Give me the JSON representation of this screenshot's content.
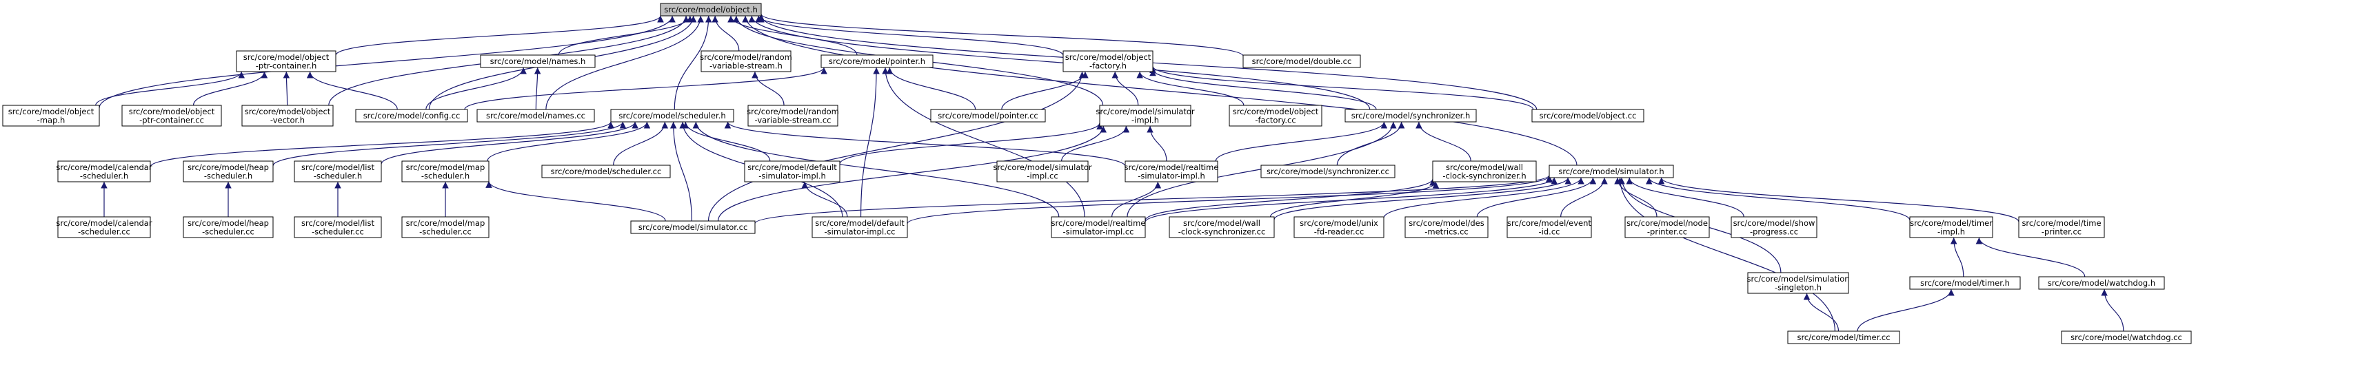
{
  "graph": {
    "focus_node": "object-h",
    "edge_color": "#191970",
    "nodes": [
      {
        "id": "object-h",
        "label": [
          "src/core/model/object.h"
        ]
      },
      {
        "id": "object-ptr-container-h",
        "label": [
          "src/core/model/object",
          "-ptr-container.h"
        ]
      },
      {
        "id": "names-h",
        "label": [
          "src/core/model/names.h"
        ]
      },
      {
        "id": "random-variable-stream-h",
        "label": [
          "src/core/model/random",
          "-variable-stream.h"
        ]
      },
      {
        "id": "pointer-h",
        "label": [
          "src/core/model/pointer.h"
        ]
      },
      {
        "id": "object-factory-h",
        "label": [
          "src/core/model/object",
          "-factory.h"
        ]
      },
      {
        "id": "double-cc",
        "label": [
          "src/core/model/double.cc"
        ]
      },
      {
        "id": "object-map-h",
        "label": [
          "src/core/model/object",
          "-map.h"
        ]
      },
      {
        "id": "object-ptr-container-cc",
        "label": [
          "src/core/model/object",
          "-ptr-container.cc"
        ]
      },
      {
        "id": "object-vector-h",
        "label": [
          "src/core/model/object",
          "-vector.h"
        ]
      },
      {
        "id": "config-cc",
        "label": [
          "src/core/model/config.cc"
        ]
      },
      {
        "id": "names-cc",
        "label": [
          "src/core/model/names.cc"
        ]
      },
      {
        "id": "scheduler-h",
        "label": [
          "src/core/model/scheduler.h"
        ]
      },
      {
        "id": "random-variable-stream-cc",
        "label": [
          "src/core/model/random",
          "-variable-stream.cc"
        ]
      },
      {
        "id": "pointer-cc",
        "label": [
          "src/core/model/pointer.cc"
        ]
      },
      {
        "id": "simulator-impl-h",
        "label": [
          "src/core/model/simulator",
          "-impl.h"
        ]
      },
      {
        "id": "object-factory-cc",
        "label": [
          "src/core/model/object",
          "-factory.cc"
        ]
      },
      {
        "id": "synchronizer-h",
        "label": [
          "src/core/model/synchronizer.h"
        ]
      },
      {
        "id": "object-cc",
        "label": [
          "src/core/model/object.cc"
        ]
      },
      {
        "id": "calendar-scheduler-h",
        "label": [
          "src/core/model/calendar",
          "-scheduler.h"
        ]
      },
      {
        "id": "heap-scheduler-h",
        "label": [
          "src/core/model/heap",
          "-scheduler.h"
        ]
      },
      {
        "id": "list-scheduler-h",
        "label": [
          "src/core/model/list",
          "-scheduler.h"
        ]
      },
      {
        "id": "map-scheduler-h",
        "label": [
          "src/core/model/map",
          "-scheduler.h"
        ]
      },
      {
        "id": "scheduler-cc",
        "label": [
          "src/core/model/scheduler.cc"
        ]
      },
      {
        "id": "default-simulator-impl-h",
        "label": [
          "src/core/model/default",
          "-simulator-impl.h"
        ]
      },
      {
        "id": "simulator-impl-cc",
        "label": [
          "src/core/model/simulator",
          "-impl.cc"
        ]
      },
      {
        "id": "realtime-simulator-impl-h",
        "label": [
          "src/core/model/realtime",
          "-simulator-impl.h"
        ]
      },
      {
        "id": "synchronizer-cc",
        "label": [
          "src/core/model/synchronizer.cc"
        ]
      },
      {
        "id": "wall-clock-synchronizer-h",
        "label": [
          "src/core/model/wall",
          "-clock-synchronizer.h"
        ]
      },
      {
        "id": "simulator-h",
        "label": [
          "src/core/model/simulator.h"
        ]
      },
      {
        "id": "calendar-scheduler-cc",
        "label": [
          "src/core/model/calendar",
          "-scheduler.cc"
        ]
      },
      {
        "id": "heap-scheduler-cc",
        "label": [
          "src/core/model/heap",
          "-scheduler.cc"
        ]
      },
      {
        "id": "list-scheduler-cc",
        "label": [
          "src/core/model/list",
          "-scheduler.cc"
        ]
      },
      {
        "id": "map-scheduler-cc",
        "label": [
          "src/core/model/map",
          "-scheduler.cc"
        ]
      },
      {
        "id": "simulator-cc",
        "label": [
          "src/core/model/simulator.cc"
        ]
      },
      {
        "id": "default-simulator-impl-cc",
        "label": [
          "src/core/model/default",
          "-simulator-impl.cc"
        ]
      },
      {
        "id": "realtime-simulator-impl-cc",
        "label": [
          "src/core/model/realtime",
          "-simulator-impl.cc"
        ]
      },
      {
        "id": "wall-clock-synchronizer-cc",
        "label": [
          "src/core/model/wall",
          "-clock-synchronizer.cc"
        ]
      },
      {
        "id": "unix-fd-reader-cc",
        "label": [
          "src/core/model/unix",
          "-fd-reader.cc"
        ]
      },
      {
        "id": "des-metrics-cc",
        "label": [
          "src/core/model/des",
          "-metrics.cc"
        ]
      },
      {
        "id": "event-id-cc",
        "label": [
          "src/core/model/event",
          "-id.cc"
        ]
      },
      {
        "id": "node-printer-cc",
        "label": [
          "src/core/model/node",
          "-printer.cc"
        ]
      },
      {
        "id": "show-progress-cc",
        "label": [
          "src/core/model/show",
          "-progress.cc"
        ]
      },
      {
        "id": "timer-impl-h",
        "label": [
          "src/core/model/timer",
          "-impl.h"
        ]
      },
      {
        "id": "time-printer-cc",
        "label": [
          "src/core/model/time",
          "-printer.cc"
        ]
      },
      {
        "id": "simulation-singleton-h",
        "label": [
          "src/core/model/simulation",
          "-singleton.h"
        ]
      },
      {
        "id": "timer-h",
        "label": [
          "src/core/model/timer.h"
        ]
      },
      {
        "id": "watchdog-h",
        "label": [
          "src/core/model/watchdog.h"
        ]
      },
      {
        "id": "timer-cc",
        "label": [
          "src/core/model/timer.cc"
        ]
      },
      {
        "id": "watchdog-cc",
        "label": [
          "src/core/model/watchdog.cc"
        ]
      }
    ],
    "edges": [
      [
        "object-h",
        "object-ptr-container-h"
      ],
      [
        "object-h",
        "names-h"
      ],
      [
        "object-h",
        "random-variable-stream-h"
      ],
      [
        "object-h",
        "pointer-h"
      ],
      [
        "object-h",
        "object-factory-h"
      ],
      [
        "object-h",
        "double-cc"
      ],
      [
        "object-h",
        "object-map-h"
      ],
      [
        "object-h",
        "object-vector-h"
      ],
      [
        "object-h",
        "config-cc"
      ],
      [
        "object-h",
        "names-cc"
      ],
      [
        "object-h",
        "scheduler-h"
      ],
      [
        "object-h",
        "simulator-impl-h"
      ],
      [
        "object-h",
        "synchronizer-h"
      ],
      [
        "object-h",
        "object-cc"
      ],
      [
        "object-h",
        "simulator-h"
      ],
      [
        "object-ptr-container-h",
        "object-map-h"
      ],
      [
        "object-ptr-container-h",
        "object-ptr-container-cc"
      ],
      [
        "object-ptr-container-h",
        "object-vector-h"
      ],
      [
        "object-ptr-container-h",
        "config-cc"
      ],
      [
        "names-h",
        "config-cc"
      ],
      [
        "names-h",
        "names-cc"
      ],
      [
        "random-variable-stream-h",
        "random-variable-stream-cc"
      ],
      [
        "pointer-h",
        "config-cc"
      ],
      [
        "pointer-h",
        "pointer-cc"
      ],
      [
        "pointer-h",
        "default-simulator-impl-cc"
      ],
      [
        "pointer-h",
        "realtime-simulator-impl-cc"
      ],
      [
        "object-factory-h",
        "pointer-cc"
      ],
      [
        "object-factory-h",
        "simulator-impl-h"
      ],
      [
        "object-factory-h",
        "object-factory-cc"
      ],
      [
        "object-factory-h",
        "synchronizer-h"
      ],
      [
        "object-factory-h",
        "object-cc"
      ],
      [
        "object-factory-h",
        "simulator-cc"
      ],
      [
        "scheduler-h",
        "calendar-scheduler-h"
      ],
      [
        "scheduler-h",
        "heap-scheduler-h"
      ],
      [
        "scheduler-h",
        "list-scheduler-h"
      ],
      [
        "scheduler-h",
        "map-scheduler-h"
      ],
      [
        "scheduler-h",
        "scheduler-cc"
      ],
      [
        "scheduler-h",
        "default-simulator-impl-h"
      ],
      [
        "scheduler-h",
        "realtime-simulator-impl-h"
      ],
      [
        "scheduler-h",
        "simulator-cc"
      ],
      [
        "scheduler-h",
        "default-simulator-impl-cc"
      ],
      [
        "scheduler-h",
        "realtime-simulator-impl-cc"
      ],
      [
        "simulator-impl-h",
        "default-simulator-impl-h"
      ],
      [
        "simulator-impl-h",
        "simulator-impl-cc"
      ],
      [
        "simulator-impl-h",
        "realtime-simulator-impl-h"
      ],
      [
        "simulator-impl-h",
        "simulator-cc"
      ],
      [
        "synchronizer-h",
        "synchronizer-cc"
      ],
      [
        "synchronizer-h",
        "wall-clock-synchronizer-h"
      ],
      [
        "synchronizer-h",
        "realtime-simulator-impl-h"
      ],
      [
        "synchronizer-h",
        "realtime-simulator-impl-cc"
      ],
      [
        "calendar-scheduler-h",
        "calendar-scheduler-cc"
      ],
      [
        "heap-scheduler-h",
        "heap-scheduler-cc"
      ],
      [
        "list-scheduler-h",
        "list-scheduler-cc"
      ],
      [
        "map-scheduler-h",
        "map-scheduler-cc"
      ],
      [
        "map-scheduler-h",
        "simulator-cc"
      ],
      [
        "default-simulator-impl-h",
        "default-simulator-impl-cc"
      ],
      [
        "realtime-simulator-impl-h",
        "realtime-simulator-impl-cc"
      ],
      [
        "wall-clock-synchronizer-h",
        "wall-clock-synchronizer-cc"
      ],
      [
        "wall-clock-synchronizer-h",
        "realtime-simulator-impl-cc"
      ],
      [
        "simulator-h",
        "simulator-cc"
      ],
      [
        "simulator-h",
        "default-simulator-impl-cc"
      ],
      [
        "simulator-h",
        "realtime-simulator-impl-cc"
      ],
      [
        "simulator-h",
        "wall-clock-synchronizer-cc"
      ],
      [
        "simulator-h",
        "unix-fd-reader-cc"
      ],
      [
        "simulator-h",
        "des-metrics-cc"
      ],
      [
        "simulator-h",
        "event-id-cc"
      ],
      [
        "simulator-h",
        "node-printer-cc"
      ],
      [
        "simulator-h",
        "show-progress-cc"
      ],
      [
        "simulator-h",
        "timer-impl-h"
      ],
      [
        "simulator-h",
        "time-printer-cc"
      ],
      [
        "simulator-h",
        "simulation-singleton-h"
      ],
      [
        "simulator-h",
        "timer-cc"
      ],
      [
        "timer-impl-h",
        "timer-h"
      ],
      [
        "timer-impl-h",
        "watchdog-h"
      ],
      [
        "simulation-singleton-h",
        "timer-cc"
      ],
      [
        "timer-h",
        "timer-cc"
      ],
      [
        "watchdog-h",
        "watchdog-cc"
      ]
    ]
  }
}
